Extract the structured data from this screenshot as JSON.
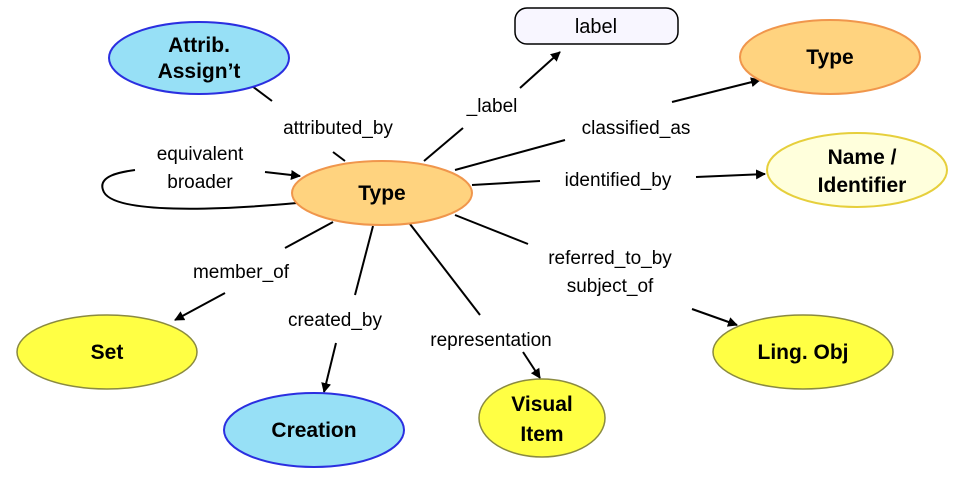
{
  "colors": {
    "blue_fill": "#97e0f6",
    "blue_stroke": "#2b2fe0",
    "orange_fill": "#ffd37f",
    "orange_stroke": "#f0964c",
    "yellow_fill": "#ffff44",
    "yellow_stroke": "#8a8a40",
    "pale_fill": "#ffffdc",
    "pale_stroke": "#e6cf3c",
    "label_fill": "#f8f6ff"
  },
  "nodes": {
    "attrib": [
      "Attrib.",
      "Assign’t"
    ],
    "label": "label",
    "type_top": "Type",
    "name": [
      "Name /",
      "Identifier"
    ],
    "type_center": "Type",
    "set": "Set",
    "creation": "Creation",
    "visual": [
      "Visual",
      "Item"
    ],
    "ling": "Ling. Obj"
  },
  "edges": {
    "attributed_by": "attributed_by",
    "label": "_label",
    "classified_as": "classified_as",
    "identified_by": "identified_by",
    "equivalent": "equivalent",
    "broader": "broader",
    "referred_to_by": "referred_to_by",
    "subject_of": "subject_of",
    "member_of": "member_of",
    "created_by": "created_by",
    "representation": "representation"
  }
}
